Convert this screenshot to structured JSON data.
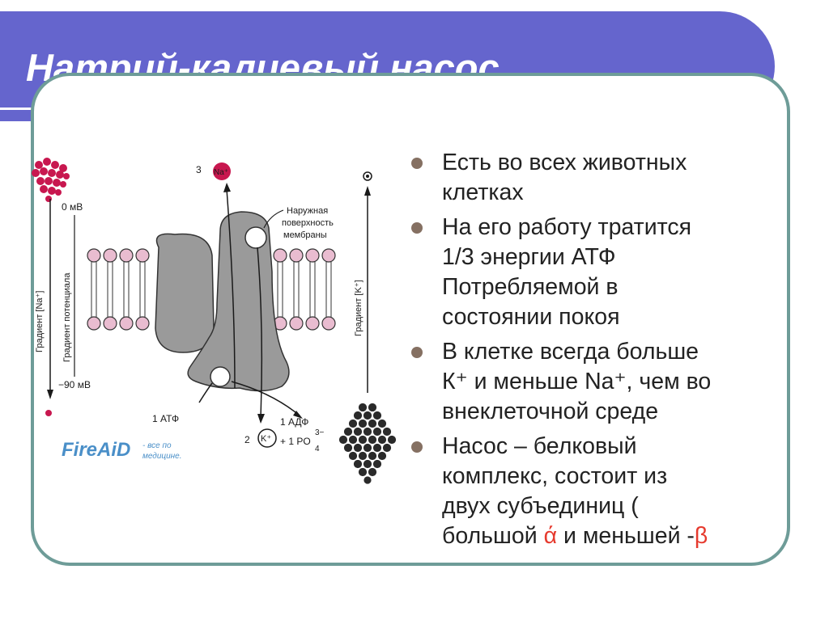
{
  "slide": {
    "title": "Натрий-калиевый насос"
  },
  "bullets": [
    {
      "lines": [
        "Есть во всех животных",
        "клетках"
      ]
    },
    {
      "lines": [
        "На его работу тратится",
        "1/3 энергии АТФ",
        "Потребляемой в",
        "состоянии покоя"
      ]
    },
    {
      "lines": [
        "В клетке всегда больше",
        "К⁺ и меньше Na⁺, чем во",
        "внеклеточной среде"
      ]
    },
    {
      "lines": [
        "Насос – белковый",
        "комплекс, состоит из",
        "двух субъединиц (",
        "большой ",
        "ά",
        " и меньшей -",
        "β"
      ]
    }
  ],
  "diagram": {
    "label_3": "3",
    "label_na_ion": "Na⁺",
    "label_outer_1": "Наружная",
    "label_outer_2": "поверхность",
    "label_outer_3": "мембраны",
    "label_0mv": "0 мВ",
    "label_minus90mv": "−90 мВ",
    "label_grad_na": "Градиент [Na⁺]",
    "label_grad_potential": "Градиент потенциала",
    "label_grad_k": "Градиент [K⁺]",
    "label_1atf": "1 АТФ",
    "label_1adf": "1 АДФ",
    "label_2": "2",
    "label_k_ion": "K⁺",
    "label_po4": "+ 1 PO",
    "label_po4_sub": "4",
    "label_po4_sup": "3−",
    "watermark": "FireAiD",
    "watermark_sub_1": "- все по",
    "watermark_sub_2": "медицине."
  },
  "colors": {
    "title_bar": "#6565cd",
    "frame": "#6e9c98",
    "bullet_dot": "#857062",
    "na_ions": "#c8174f",
    "k_ions": "#2a2a2a",
    "lipid_head": "#e9bcd0",
    "protein": "#9a9a9a",
    "greek_accent": "#e63a2e"
  }
}
